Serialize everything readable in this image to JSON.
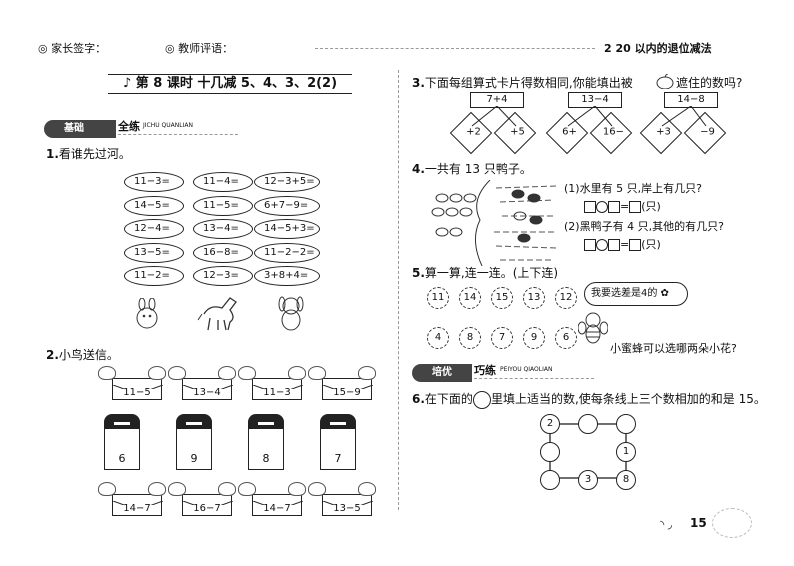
{
  "header": {
    "parent_sign": "家长签字：",
    "teacher_comment": "教师评语：",
    "unit": "2   20 以内的退位减法"
  },
  "lesson": {
    "title": "第 8 课时    十几减 5、4、3、2(2)"
  },
  "basic": {
    "badge": "基础",
    "badge2": "全练",
    "pinyin": "JICHU QUANLIAN"
  },
  "q1": {
    "label": "1.",
    "text": "看谁先过河。",
    "cells": [
      [
        "11−3=",
        "11−4=",
        "12−3+5="
      ],
      [
        "14−5=",
        "11−5=",
        "6+7−9="
      ],
      [
        "12−4=",
        "13−4=",
        "14−5+3="
      ],
      [
        "13−5=",
        "16−8=",
        "11−2−2="
      ],
      [
        "11−2=",
        "12−3=",
        "3+8+4="
      ]
    ]
  },
  "q2": {
    "label": "2.",
    "text": "小鸟送信。",
    "top_letters": [
      "11−5",
      "13−4",
      "11−3",
      "15−9"
    ],
    "mailboxes": [
      "6",
      "9",
      "8",
      "7"
    ],
    "bottom_letters": [
      "14−7",
      "16−7",
      "14−7",
      "13−5"
    ]
  },
  "q3": {
    "label": "3.",
    "text": "下面每组算式卡片得数相同,你能填出被",
    "text2": "遮住的数吗?",
    "cards": [
      "7+4",
      "13−4",
      "14−8"
    ],
    "diamonds": [
      "+2",
      "+5",
      "6+",
      "16−",
      "+3",
      "−9"
    ]
  },
  "q4": {
    "label": "4.",
    "text": "一共有 13 只鸭子。",
    "sub1": "(1)水里有 5 只,岸上有几只?",
    "sub2": "(2)黑鸭子有 4 只,其他的有几只?",
    "unit": "(只)"
  },
  "q5": {
    "label": "5.",
    "text": "算一算,连一连。(上下连)",
    "top": [
      "11",
      "14",
      "15",
      "13",
      "12"
    ],
    "bottom": [
      "4",
      "8",
      "7",
      "9",
      "6"
    ],
    "bubble": "我要选差是4的",
    "caption": "小蜜蜂可以选哪两朵小花?"
  },
  "advanced": {
    "badge": "培优",
    "badge2": "巧练",
    "pinyin": "PEIYOU QIAOLIAN"
  },
  "q6": {
    "label": "6.",
    "text_a": "在下面的",
    "text_b": "里填上适当的数,使每条线上三个数相加的和是 15。",
    "nodes": [
      "2",
      "",
      "",
      "",
      "1",
      "",
      "3",
      "8"
    ]
  },
  "page_number": "15"
}
